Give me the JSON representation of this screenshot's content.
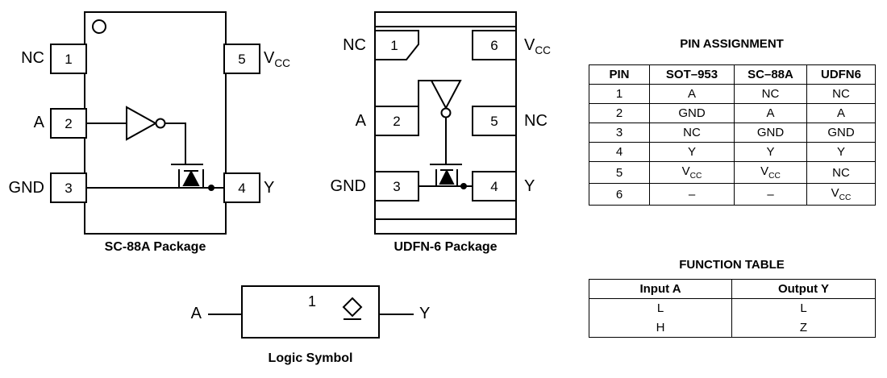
{
  "page": {
    "background": "#ffffff",
    "ink": "#000000"
  },
  "sc88a": {
    "caption": "SC-88A Package",
    "pins": [
      {
        "num": "1",
        "label": "NC"
      },
      {
        "num": "2",
        "label": "A"
      },
      {
        "num": "3",
        "label": "GND"
      },
      {
        "num": "4",
        "label": "Y"
      },
      {
        "num": "5",
        "label": "VCC"
      }
    ]
  },
  "udfn6": {
    "caption": "UDFN-6 Package",
    "pins": [
      {
        "num": "1",
        "label": "NC"
      },
      {
        "num": "2",
        "label": "A"
      },
      {
        "num": "3",
        "label": "GND"
      },
      {
        "num": "4",
        "label": "Y"
      },
      {
        "num": "5",
        "label": "NC"
      },
      {
        "num": "6",
        "label": "VCC"
      }
    ]
  },
  "logic_symbol": {
    "caption": "Logic Symbol",
    "input_label": "A",
    "output_label": "Y",
    "gate_label": "1",
    "open_drain_icon": "diamond-with-underline"
  },
  "pin_assignment": {
    "title": "PIN ASSIGNMENT",
    "headers": [
      "PIN",
      "SOT–953",
      "SC–88A",
      "UDFN6"
    ],
    "rows": [
      [
        "1",
        "A",
        "NC",
        "NC"
      ],
      [
        "2",
        "GND",
        "A",
        "A"
      ],
      [
        "3",
        "NC",
        "GND",
        "GND"
      ],
      [
        "4",
        "Y",
        "Y",
        "Y"
      ],
      [
        "5",
        "VCC",
        "VCC",
        "NC"
      ],
      [
        "6",
        "–",
        "–",
        "VCC"
      ]
    ]
  },
  "function_table": {
    "title": "FUNCTION TABLE",
    "headers": [
      "Input A",
      "Output Y"
    ],
    "rows": [
      [
        "L",
        "L"
      ],
      [
        "H",
        "Z"
      ]
    ]
  }
}
